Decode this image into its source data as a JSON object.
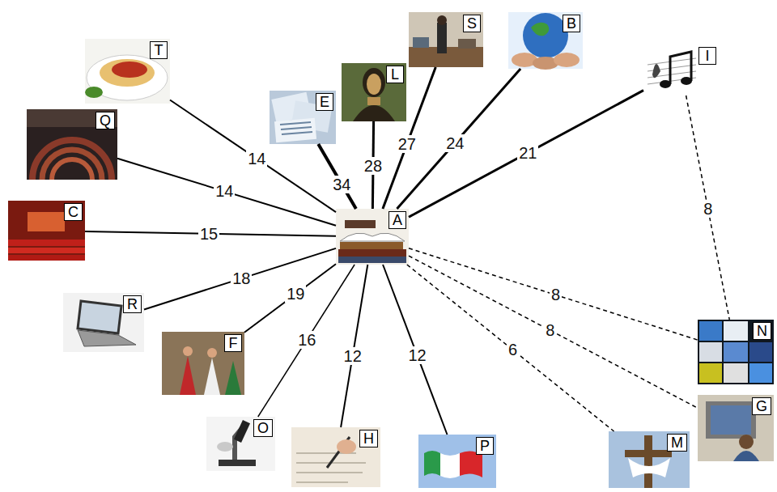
{
  "diagram": {
    "nodes": [
      {
        "text": [
          "S"
        ]
      },
      {
        "text": [
          "B"
        ]
      },
      {
        "text": [
          "T"
        ]
      },
      {
        "text": [
          "I"
        ]
      },
      {
        "text": [
          "L"
        ]
      },
      {
        "text": [
          "E"
        ]
      },
      {
        "text": [
          "Q"
        ]
      },
      {
        "text": [
          "A"
        ]
      },
      {
        "text": [
          "C"
        ]
      },
      {
        "text": [
          "R"
        ]
      },
      {
        "text": [
          "N"
        ]
      },
      {
        "text": [
          "F"
        ]
      },
      {
        "text": [
          "G"
        ]
      },
      {
        "text": [
          "O"
        ]
      },
      {
        "text": [
          "H"
        ]
      },
      {
        "text": [
          "M"
        ]
      },
      {
        "text": [
          "P"
        ]
      }
    ],
    "edges": [
      {
        "from": 7,
        "to": 2,
        "label": "14",
        "arrow": "none"
      },
      {
        "from": 7,
        "to": 6,
        "label": "14",
        "arrow": "none"
      },
      {
        "from": 7,
        "to": 8,
        "label": "15",
        "arrow": "none"
      },
      {
        "from": 7,
        "to": 9,
        "label": "18",
        "arrow": "none"
      },
      {
        "from": 7,
        "to": 11,
        "label": "19",
        "arrow": "none"
      },
      {
        "from": 7,
        "to": 13,
        "label": "16",
        "arrow": "none"
      },
      {
        "from": 7,
        "to": 14,
        "label": "12",
        "arrow": "none"
      },
      {
        "from": 7,
        "to": 16,
        "label": "12",
        "arrow": "none"
      },
      {
        "from": 7,
        "to": 15,
        "label": "6",
        "arrow": "none"
      },
      {
        "from": 7,
        "to": 12,
        "label": "8",
        "arrow": "none"
      },
      {
        "from": 7,
        "to": 10,
        "label": "8",
        "arrow": "none"
      },
      {
        "from": 7,
        "to": 3,
        "label": "21",
        "arrow": "none"
      },
      {
        "from": 7,
        "to": 1,
        "label": "24",
        "arrow": "none"
      },
      {
        "from": 7,
        "to": 0,
        "label": "27",
        "arrow": "none"
      },
      {
        "from": 7,
        "to": 4,
        "label": "28",
        "arrow": "none"
      },
      {
        "from": 7,
        "to": 5,
        "label": "34",
        "arrow": "none"
      },
      {
        "from": 3,
        "to": 10,
        "label": "8",
        "arrow": "none"
      }
    ]
  }
}
